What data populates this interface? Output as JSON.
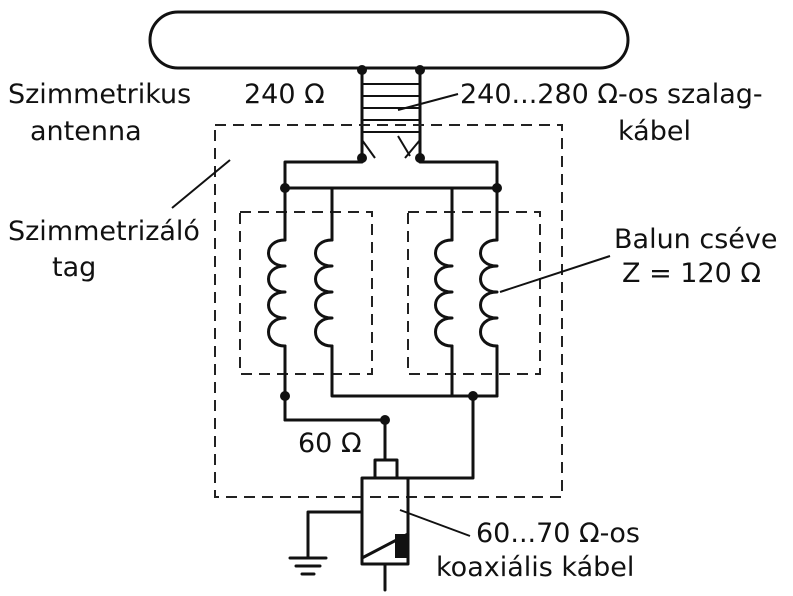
{
  "labels": {
    "antenna_name_line1": "Szimmetrikus",
    "antenna_name_line2": "antenna",
    "antenna_impedance": "240 Ω",
    "ribbon_cable_line1": "240...280 Ω-os szalag-",
    "ribbon_cable_line2": "kábel",
    "balun_name_line1": "Szimmetrizáló",
    "balun_name_line2": "tag",
    "coil_name": "Balun cséve",
    "coil_impedance": "Z = 120 Ω",
    "output_impedance": "60 Ω",
    "coax_line1": "60...70 Ω-os",
    "coax_line2": "koaxiális kábel"
  },
  "icons": {
    "coil": "inductor-coil-icon",
    "ground": "ground-icon",
    "coax": "coax-connector-icon",
    "antenna": "folded-dipole-icon"
  }
}
